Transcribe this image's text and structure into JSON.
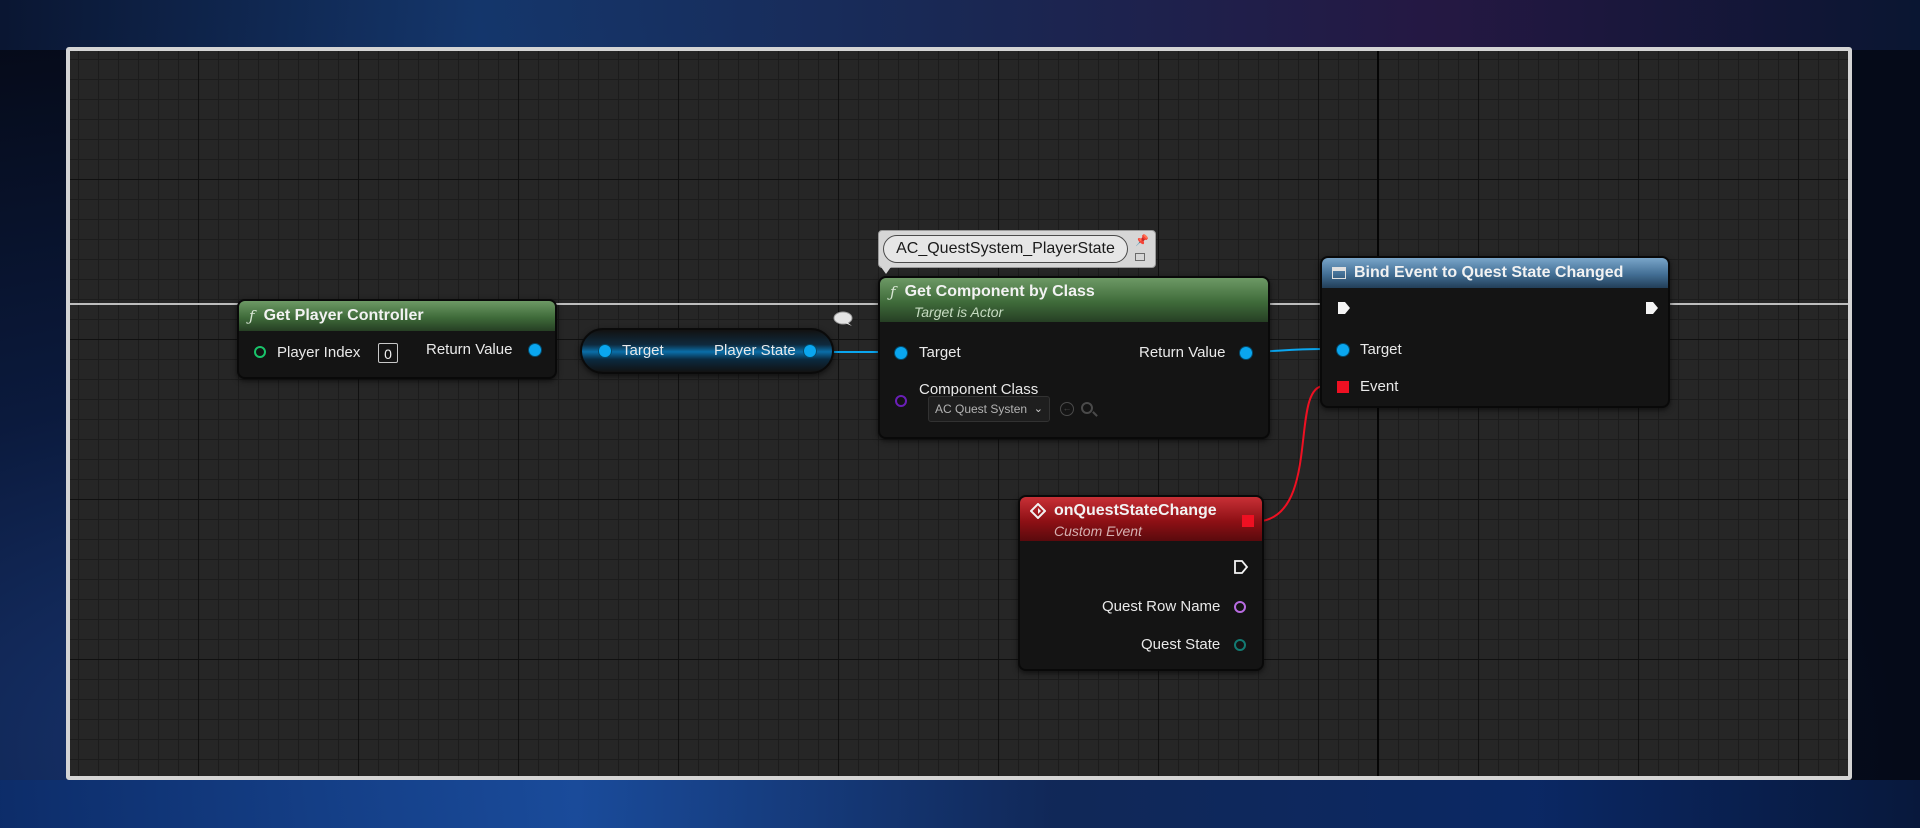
{
  "graph": {
    "comment_bubble": {
      "text": "AC_QuestSystem_PlayerState"
    },
    "nodes": {
      "get_player_controller": {
        "title": "Get Player Controller",
        "pins": {
          "player_index": "Player Index",
          "player_index_value": "0",
          "return_value": "Return Value"
        }
      },
      "get_player_state": {
        "pins": {
          "target": "Target",
          "player_state": "Player State"
        }
      },
      "get_component_by_class": {
        "title": "Get Component by Class",
        "subtitle": "Target is Actor",
        "pins": {
          "target": "Target",
          "return_value": "Return Value",
          "component_class": "Component Class"
        },
        "component_class_value": "AC Quest Systen"
      },
      "bind_event": {
        "title": "Bind Event to Quest State Changed",
        "pins": {
          "target": "Target",
          "event": "Event"
        }
      },
      "custom_event": {
        "title": "onQuestStateChange",
        "subtitle": "Custom Event",
        "pins": {
          "quest_row_name": "Quest Row Name",
          "quest_state": "Quest State"
        }
      }
    },
    "colors": {
      "object_pin": "#0aa6ef",
      "delegate_pin": "#ee1022",
      "function_header": "#3f6b3a",
      "event_header": "#8e1015",
      "bind_header": "#426e94"
    }
  }
}
